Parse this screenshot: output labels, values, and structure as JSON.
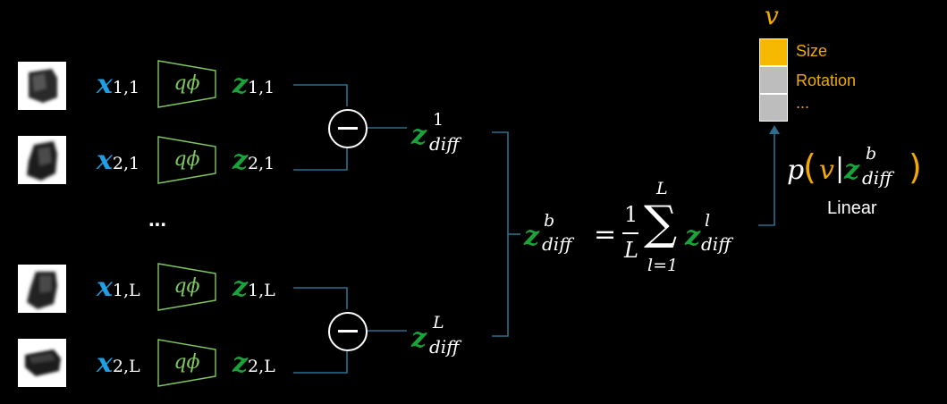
{
  "colors": {
    "background": "#000000",
    "x_color": "#1f9ee2",
    "z_color": "#1aa33a",
    "encoder_color": "#7fc75f",
    "factor_color": "#f2a900",
    "selected_cell": "#f6b800",
    "other_cell": "#bdbdbd",
    "connector": "#2b6e8f"
  },
  "rows": [
    {
      "x_main": "x",
      "x_sub": "1,1",
      "z_main": "z",
      "z_sub": "1,1",
      "encoder": "qϕ"
    },
    {
      "x_main": "x",
      "x_sub": "2,1",
      "z_main": "z",
      "z_sub": "2,1",
      "encoder": "qϕ"
    },
    {
      "x_main": "x",
      "x_sub": "1,L",
      "z_main": "z",
      "z_sub": "1,L",
      "encoder": "qϕ"
    },
    {
      "x_main": "x",
      "x_sub": "2,L",
      "z_main": "z",
      "z_sub": "2,L",
      "encoder": "qϕ"
    }
  ],
  "ellipsis": "...",
  "diffs": [
    {
      "main": "z",
      "sup": "1",
      "sub": "diff"
    },
    {
      "main": "z",
      "sup": "L",
      "sub": "diff"
    }
  ],
  "aggregate": {
    "lhs_main": "z",
    "lhs_sup": "b",
    "lhs_sub": "diff",
    "equals": "=",
    "frac_num": "1",
    "frac_den": "L",
    "sum_symbol": "∑",
    "sum_top": "L",
    "sum_bottom": "l=1",
    "rhs_main": "z",
    "rhs_sup": "l",
    "rhs_sub": "diff"
  },
  "classifier": {
    "p": "p",
    "open": "(",
    "v": "v",
    "bar": "|",
    "z_main": "z",
    "z_sup": "b",
    "z_sub": "diff",
    "close": ")",
    "label": "Linear"
  },
  "factor_vector": {
    "label": "v",
    "items": [
      "Size",
      "Rotation",
      "..."
    ]
  }
}
